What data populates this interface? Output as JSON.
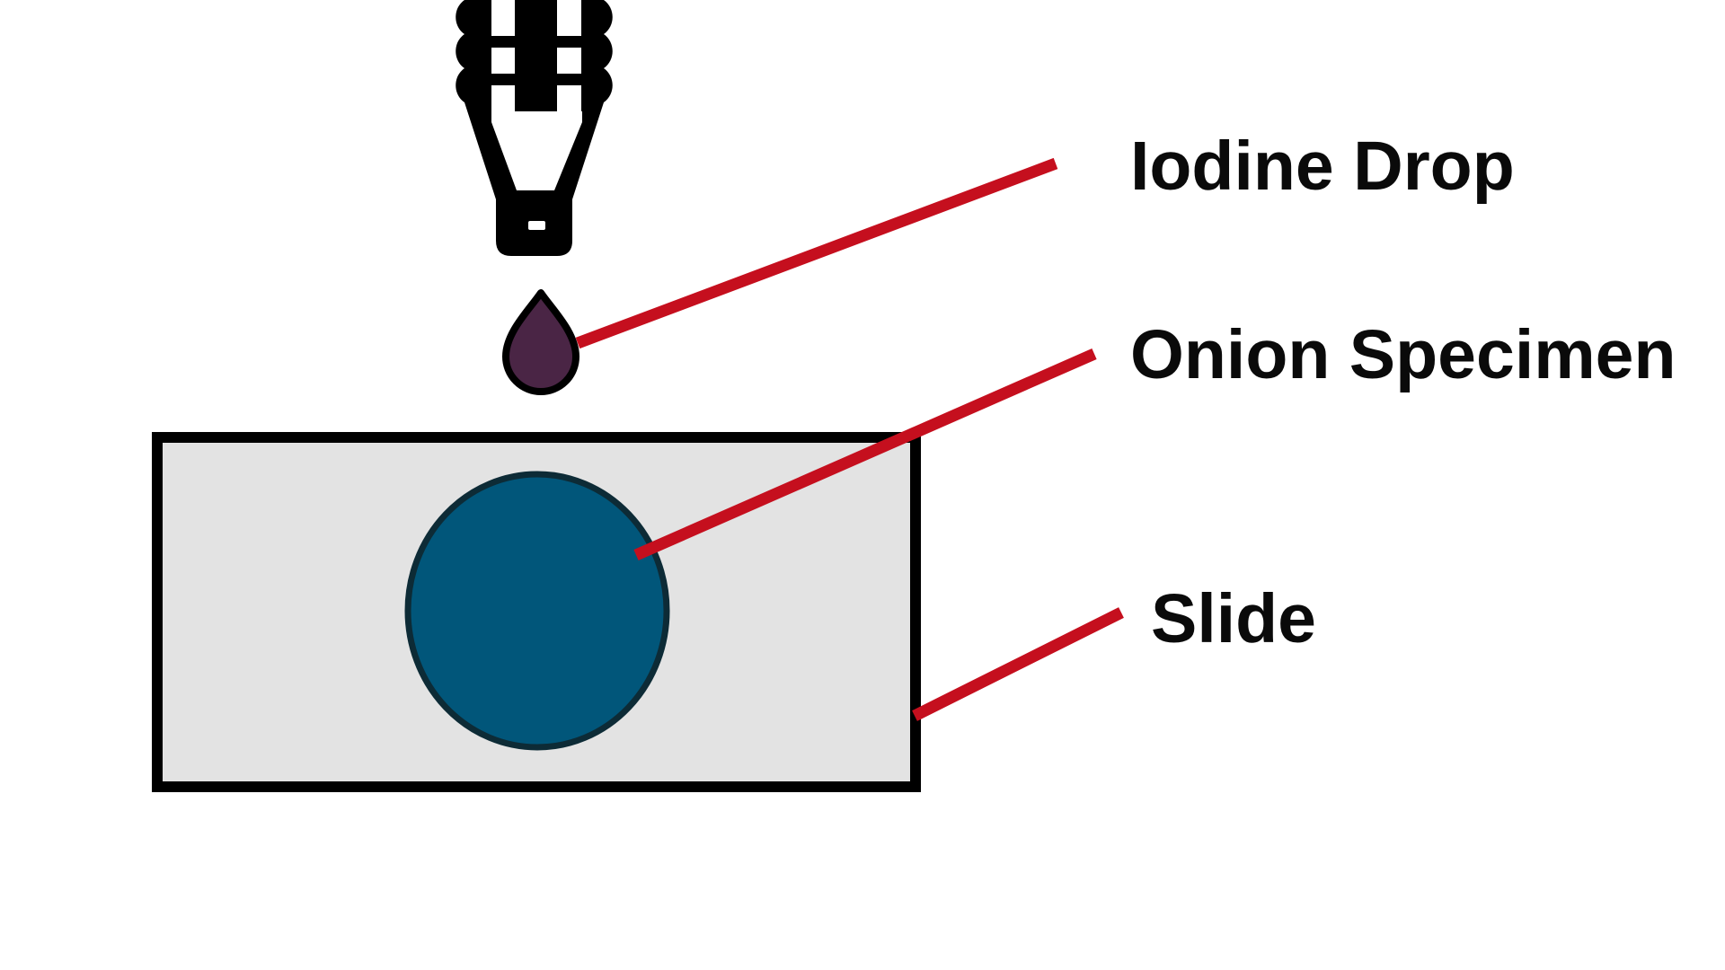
{
  "labels": {
    "iodine_drop": "Iodine Drop",
    "onion_specimen": "Onion Specimen",
    "slide": "Slide"
  },
  "icons": {
    "dropper": "dropper-icon",
    "iodine_drop": "iodine-drop-icon"
  },
  "colors": {
    "background": "#FFFFFF",
    "outline": "#000000",
    "annotation_red": "#C50F1E",
    "iodine_purple": "#4A2545",
    "specimen_teal": "#01567A",
    "specimen_stroke": "#0D2B36",
    "slide_gray": "#E3E3E3",
    "text": "#0A0A0A"
  }
}
